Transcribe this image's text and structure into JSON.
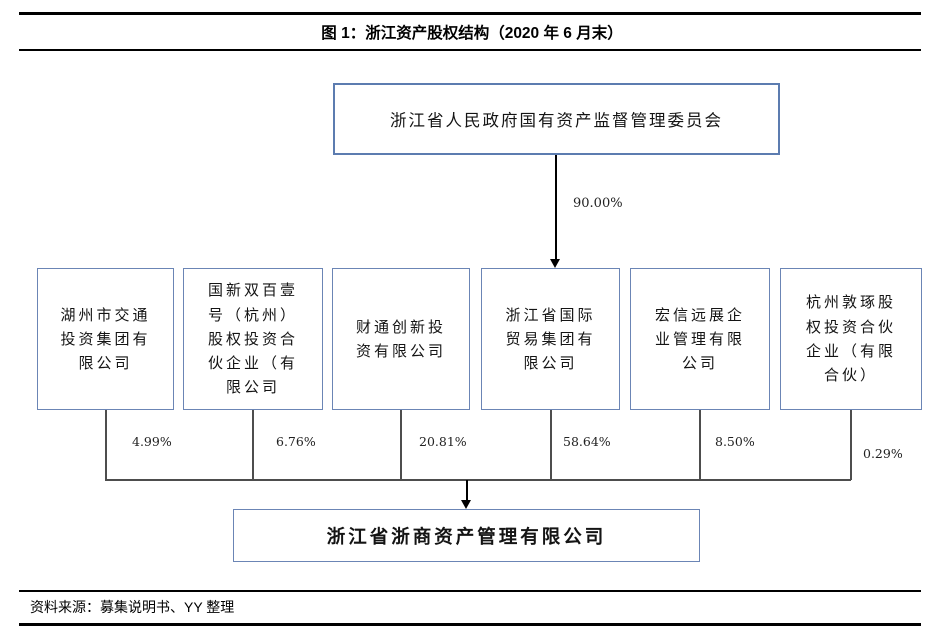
{
  "figure": {
    "title": "图 1：浙江资产股权结构（2020 年 6 月末）",
    "source": "资料来源：募集说明书、YY 整理"
  },
  "diagram": {
    "parent": {
      "name": "浙江省人民政府国有资产监督管理委员会",
      "stake": "90.00%"
    },
    "shareholders": [
      {
        "name": "湖州市交通投资集团有限公司",
        "stake": "4.99%"
      },
      {
        "name": "国新双百壹号（杭州）股权投资合伙企业（有限公司",
        "stake": "6.76%"
      },
      {
        "name": "财通创新投资有限公司",
        "stake": "20.81%"
      },
      {
        "name": "浙江省国际贸易集团有限公司",
        "stake": "58.64%"
      },
      {
        "name": "宏信远展企业管理有限公司",
        "stake": "8.50%"
      },
      {
        "name": "杭州敦琢股权投资合伙企业（有限合伙）",
        "stake": "0.29%"
      }
    ],
    "company": {
      "name": "浙江省浙商资产管理有限公司"
    },
    "colors": {
      "box_border": "#6b85b5",
      "parent_box_border": "#5c7cb0",
      "connector_line": "#4d4d4d",
      "arrow": "#000000",
      "rule": "#000000"
    }
  }
}
